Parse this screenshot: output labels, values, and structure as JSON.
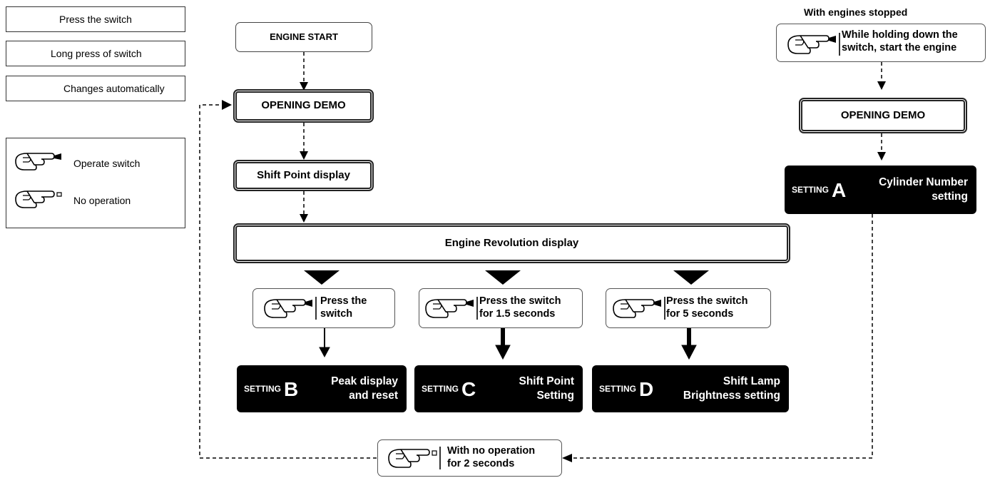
{
  "legend": {
    "press": "Press the switch",
    "long_press": "Long press of switch",
    "auto": "Changes automatically",
    "operate": "Operate switch",
    "no_operation": "No operation"
  },
  "flow": {
    "engine_start": "ENGINE START",
    "opening_demo": "OPENING DEMO",
    "shift_point_display": "Shift Point display",
    "engine_revolution_display": "Engine Revolution display"
  },
  "operations": {
    "press_b": "Press the\nswitch",
    "press_c": "Press the switch\nfor 1.5 seconds",
    "press_d": "Press the switch\nfor 5 seconds",
    "no_op": "With no operation\nfor 2 seconds"
  },
  "settings": {
    "prefix": "SETTING",
    "a": {
      "letter": "A",
      "desc": "Cylinder Number\nsetting"
    },
    "b": {
      "letter": "B",
      "desc": "Peak display\nand reset"
    },
    "c": {
      "letter": "C",
      "desc": "Shift Point\nSetting"
    },
    "d": {
      "letter": "D",
      "desc": "Shift Lamp\nBrightness setting"
    }
  },
  "right_branch": {
    "header": "With engines stopped",
    "instruction": "While holding down the\nswitch, start the engine",
    "opening_demo": "OPENING DEMO"
  }
}
